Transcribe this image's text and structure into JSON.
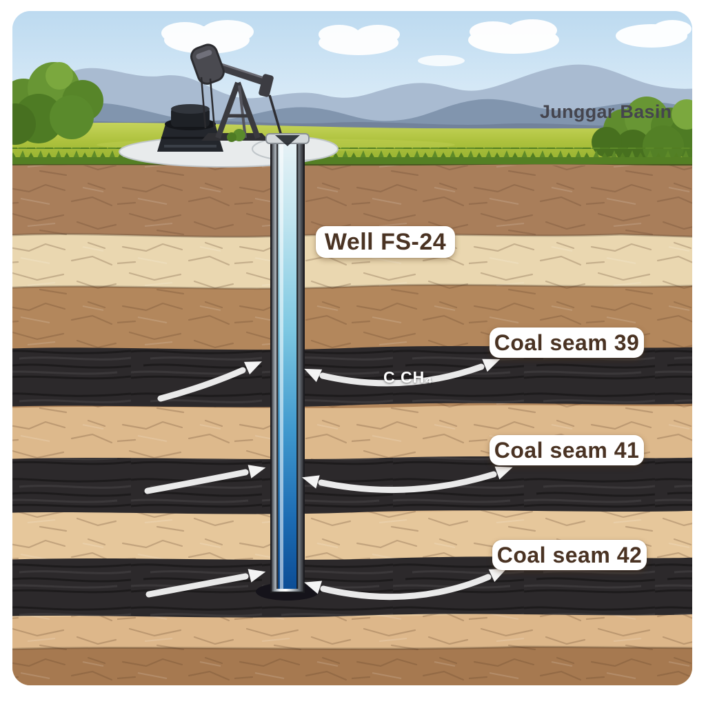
{
  "region": {
    "name": "Junggar Basin"
  },
  "well": {
    "name": "Well FS-24"
  },
  "gas_flow": {
    "label": "C CH₄"
  },
  "coal_seams": [
    {
      "label": "Coal seam 39"
    },
    {
      "label": "Coal seam 41"
    },
    {
      "label": "Coal seam 42"
    }
  ],
  "colors": {
    "coal_seam": "#2c292b",
    "label_text": "#4a3323",
    "label_background": "#ffffff",
    "arrow": "#ffffff",
    "pipe_fluid_top": "#d4eef8",
    "pipe_fluid_bottom": "#0d4e96",
    "sky": "#bfdcf0",
    "mountains": "#8195ae",
    "grass": "#a3bc33",
    "soil_light": "#ead7b0",
    "soil_medium": "#b3875c",
    "soil_dark": "#a97e5a"
  }
}
